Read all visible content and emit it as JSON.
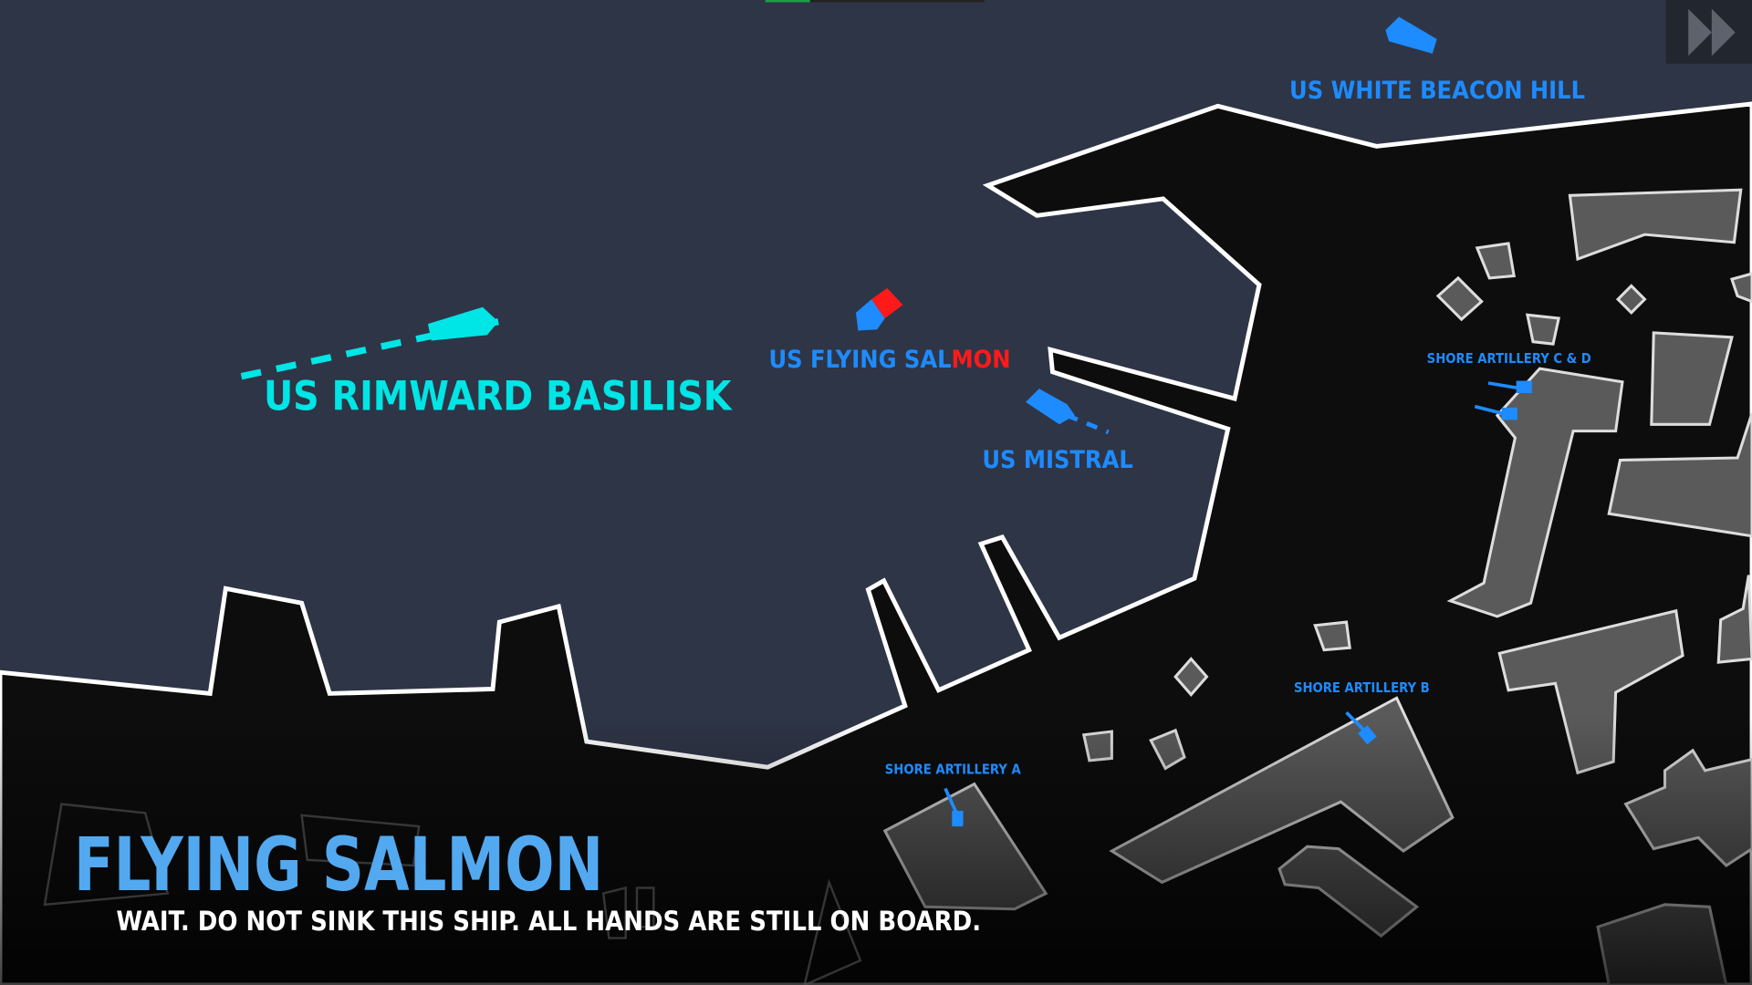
{
  "colors": {
    "sea": "#2e3546",
    "land": "#0d0d0d",
    "building": "#5a5a5a",
    "coast": "#ffffff",
    "friendly": "#1e8bff",
    "player": "#00e5e5",
    "enemy_mark": "#ff1a1a",
    "title": "#52a9f0"
  },
  "hud": {
    "health_fraction": 0.2,
    "fast_forward_icon": "fast-forward-icon"
  },
  "ships": {
    "rimward": "US RIMWARD BASILISK",
    "flying_salmon_a": "US FLYING SAL",
    "flying_salmon_b": "MON",
    "mistral": "US MISTRAL",
    "white_beacon": "US WHITE BEACON HILL"
  },
  "artillery": {
    "a": "SHORE ARTILLERY A",
    "b": "SHORE ARTILLERY B",
    "cd": "SHORE ARTILLERY C & D"
  },
  "caption": {
    "title": "FLYING SALMON",
    "subtitle": "WAIT. DO NOT SINK THIS SHIP. ALL HANDS ARE STILL ON BOARD."
  }
}
